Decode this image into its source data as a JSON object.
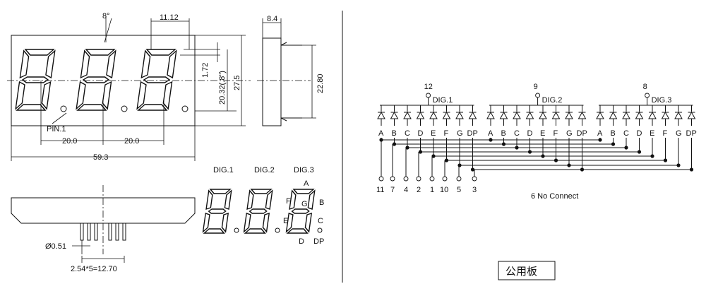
{
  "front_view": {
    "dim_8deg": "8°",
    "dim_11_12": "11.12",
    "dim_1_72": "1.72",
    "dim_20_32": "20.32(.8\")",
    "dim_27_5": "27.5",
    "dim_pin1": "PIN.1",
    "dim_20_0_a": "20.0",
    "dim_20_0_b": "20.0",
    "dim_59_3": "59.3"
  },
  "side_view": {
    "dim_8_4": "8.4",
    "dim_22_80": "22.80"
  },
  "bottom_view": {
    "dim_pin_dia": "Ø0.51",
    "dim_pitch": "2.54*5=12.70"
  },
  "segment_map": {
    "dig1": "DIG.1",
    "dig2": "DIG.2",
    "dig3": "DIG.3",
    "seg_a": "A",
    "seg_b": "B",
    "seg_c": "C",
    "seg_d": "D",
    "seg_e": "E",
    "seg_f": "F",
    "seg_g": "G",
    "seg_dp": "DP"
  },
  "schematic": {
    "digits": [
      {
        "pin": "12",
        "label": "DIG.1"
      },
      {
        "pin": "9",
        "label": "DIG.2"
      },
      {
        "pin": "8",
        "label": "DIG.3"
      }
    ],
    "segments": [
      "A",
      "B",
      "C",
      "D",
      "E",
      "F",
      "G",
      "DP"
    ],
    "bottom_pins": [
      "11",
      "7",
      "4",
      "2",
      "1",
      "10",
      "5",
      "3"
    ],
    "no_connect": "6 No Connect",
    "common_label": "公用板"
  }
}
